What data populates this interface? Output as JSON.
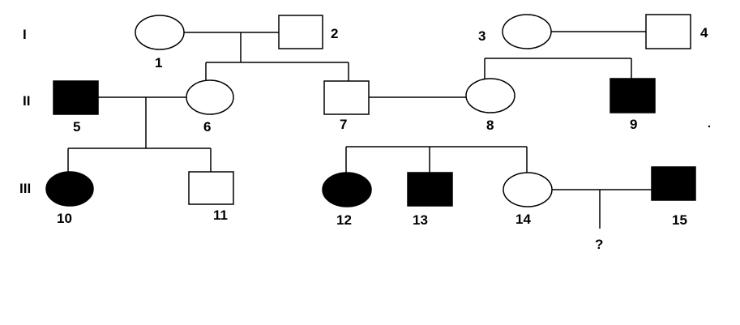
{
  "generations": [
    {
      "id": "I",
      "label": "I"
    },
    {
      "id": "II",
      "label": "II"
    },
    {
      "id": "III",
      "label": "III"
    }
  ],
  "individuals": [
    {
      "id": "1",
      "label": "1",
      "sex": "female",
      "affected": false
    },
    {
      "id": "2",
      "label": "2",
      "sex": "male",
      "affected": false
    },
    {
      "id": "3",
      "label": "3",
      "sex": "female",
      "affected": false
    },
    {
      "id": "4",
      "label": "4",
      "sex": "male",
      "affected": false
    },
    {
      "id": "5",
      "label": "5",
      "sex": "male",
      "affected": true
    },
    {
      "id": "6",
      "label": "6",
      "sex": "female",
      "affected": false
    },
    {
      "id": "7",
      "label": "7",
      "sex": "male",
      "affected": false
    },
    {
      "id": "8",
      "label": "8",
      "sex": "female",
      "affected": false
    },
    {
      "id": "9",
      "label": "9",
      "sex": "male",
      "affected": true
    },
    {
      "id": "10",
      "label": "10",
      "sex": "female",
      "affected": true
    },
    {
      "id": "11",
      "label": "11",
      "sex": "male",
      "affected": false
    },
    {
      "id": "12",
      "label": "12",
      "sex": "female",
      "affected": true
    },
    {
      "id": "13",
      "label": "13",
      "sex": "male",
      "affected": true
    },
    {
      "id": "14",
      "label": "14",
      "sex": "female",
      "affected": false
    },
    {
      "id": "15",
      "label": "15",
      "sex": "male",
      "affected": true
    }
  ],
  "unknown_offspring": {
    "label": "?"
  },
  "colors": {
    "affected": "#000000",
    "unaffected": "#ffffff",
    "line": "#000000"
  }
}
